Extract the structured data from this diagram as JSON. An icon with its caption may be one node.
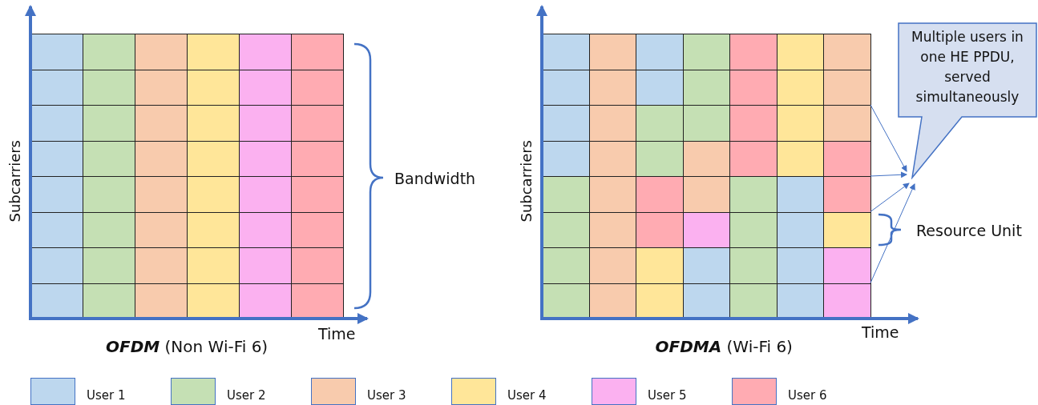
{
  "diagram": {
    "nodes": [
      {
        "text": [
          "Multiple users in one HE PPDU, served simultaneously"
        ]
      },
      {
        "text": [],
        "shape": "grid"
      }
    ],
    "edges": [
      {
        "from": 1,
        "to": 0,
        "arrow": "to"
      },
      {
        "from": 1,
        "to": 0,
        "arrow": "to"
      },
      {
        "from": 1,
        "to": 0,
        "arrow": "to"
      },
      {
        "from": 1,
        "to": 0,
        "arrow": "to"
      }
    ],
    "labels": [
      "Subcarriers",
      "Bandwidth",
      "Subcarriers",
      "Resource Unit",
      "Time",
      "Time",
      "**OFDM** (Non Wi-Fi 6)",
      "**OFDMA** (Wi-Fi 6)"
    ],
    "legend": [
      {
        "text": "User 1",
        "color": "#bdd7ee"
      },
      {
        "text": "User 2",
        "color": "#c5e0b4"
      },
      {
        "text": "User 3",
        "color": "#f8cbad"
      },
      {
        "text": "User 4",
        "color": "#ffe699"
      },
      {
        "text": "User 5",
        "color": "#fbb1f0"
      },
      {
        "text": "User 6",
        "color": "#ffabb2"
      }
    ]
  }
}
